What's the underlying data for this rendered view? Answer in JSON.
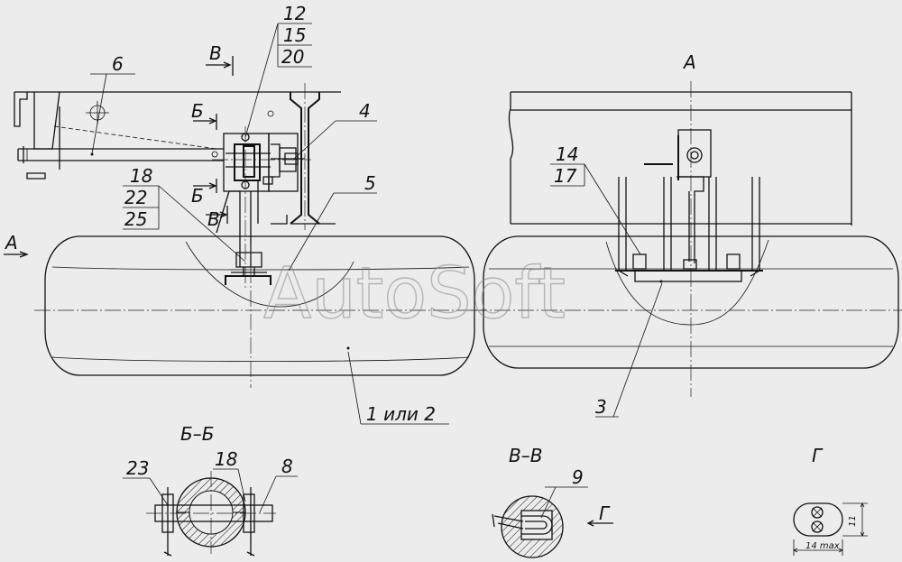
{
  "drawing": {
    "main_labels": {
      "l6": "6",
      "l12": "12",
      "l15": "15",
      "l20": "20",
      "l4": "4",
      "l5": "5",
      "l18": "18",
      "l22": "22",
      "l25": "25",
      "l1or2": "1 или 2",
      "l14": "14",
      "l17": "17",
      "l3": "3"
    },
    "section_marks": {
      "v_top": "В",
      "v_bottom": "В",
      "b_top": "Б",
      "b_bottom": "Б",
      "a_arrow": "А"
    },
    "views": {
      "view_a_title": "А",
      "section_bb_title": "Б–Б",
      "section_vv_title": "В–В",
      "view_g_title": "Г",
      "view_g_arrow": "Г"
    },
    "detail_labels": {
      "l23": "23",
      "l18b": "18",
      "l8": "8",
      "l9": "9"
    },
    "dimensions": {
      "height": "11",
      "width": "14 max"
    },
    "watermark": "AutoSoft"
  }
}
